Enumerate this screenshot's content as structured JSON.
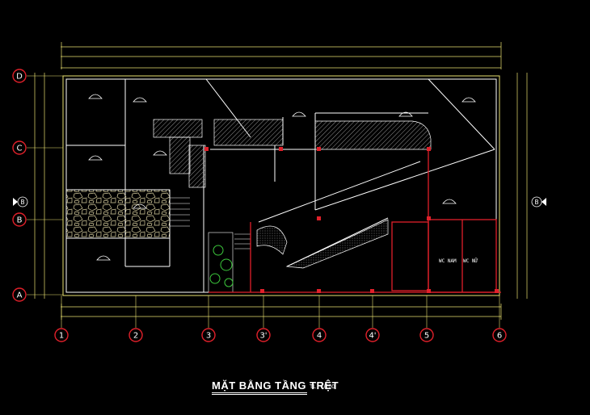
{
  "drawing": {
    "title": "MẶT BẰNG TẦNG TRỆT",
    "scale": "TL : 1/100",
    "row_axes": [
      {
        "label": "D"
      },
      {
        "label": "C"
      },
      {
        "label": "B"
      },
      {
        "label": "A"
      }
    ],
    "column_axes": [
      {
        "label": "1"
      },
      {
        "label": "2"
      },
      {
        "label": "3"
      },
      {
        "label": "3'"
      },
      {
        "label": "4"
      },
      {
        "label": "4'"
      },
      {
        "label": "5"
      },
      {
        "label": "6"
      }
    ],
    "section_marks": [
      {
        "label": "B"
      },
      {
        "label": "B"
      }
    ],
    "room_labels": {
      "wc_nam": "WC NAM",
      "wc_nu": "WC NỮ"
    },
    "colors": {
      "background": "#000000",
      "walls": "#ffffff",
      "wall_red": "#e0202a",
      "dimension": "#e8e070",
      "axis_bubble": "#e0202a",
      "hatch": "#c8c8c8",
      "plant": "#3cc83c"
    }
  }
}
